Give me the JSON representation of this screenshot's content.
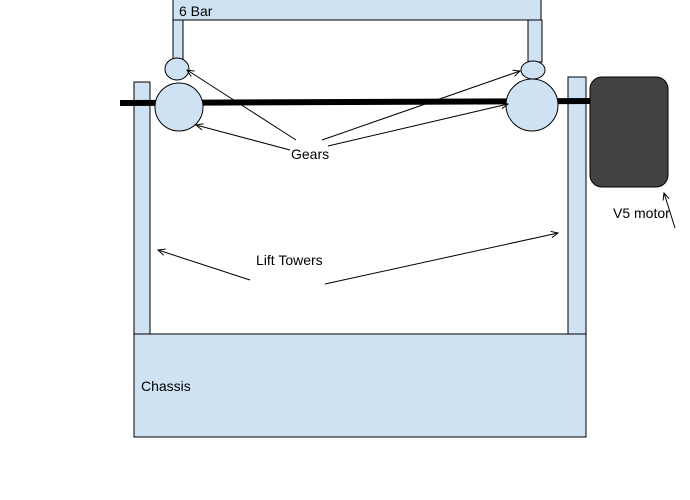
{
  "labels": {
    "six_bar": "6 Bar",
    "gears": "Gears",
    "lift_towers": "Lift Towers",
    "motor": "V5 motor",
    "chassis": "Chassis"
  },
  "colors": {
    "part_fill": "#cfe2f3",
    "outline": "#000000",
    "motor_fill": "#434343",
    "background": "#ffffff"
  }
}
